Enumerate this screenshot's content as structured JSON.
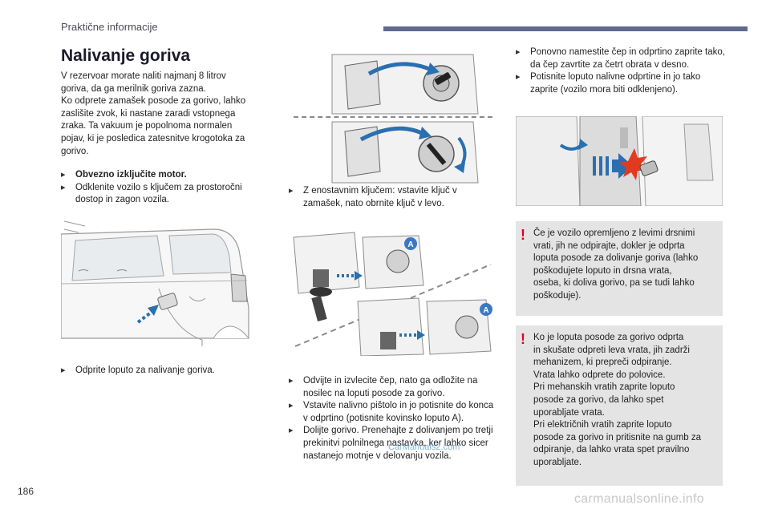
{
  "header": {
    "section": "Praktične informacije"
  },
  "title": "Nalivanje goriva",
  "intro": [
    "V rezervoar morate naliti najmanj 8 litrov",
    "goriva, da ga merilnik goriva zazna.",
    "Ko odprete zamašek posode za gorivo, lahko",
    "zaslišite zvok, ki nastane zaradi vstopnega",
    "zraka. Ta vakuum je popolnoma normalen",
    "pojav, ki je posledica zatesnitve krogotoka za",
    "gorivo."
  ],
  "steps_left": [
    {
      "bold": "Obvezno izključite motor.",
      "text": ""
    },
    {
      "bold": "",
      "text": "Odklenite vozilo s ključem za prostoročni dostop in zagon vozila."
    }
  ],
  "step_open_flap": "Odprite loputo za nalivanje goriva.",
  "step_key": "Z enostavnim ključem: vstavite ključ v zamašek, nato obrnite ključ v levo.",
  "steps_middle": [
    "Odvijte in izvlecite čep, nato ga odložite na nosilec na loputi posode za gorivo.",
    "Vstavite nalivno pištolo in jo potisnite do konca v odprtino (potisnite kovinsko loputo A).",
    "Dolijte gorivo. Prenehajte z dolivanjem po tretji prekinitvi polnilnega nastavka, ker lahko sicer nastanejo motnje v delovanju vozila."
  ],
  "steps_right": [
    "Ponovno namestite čep in odprtino zaprite tako, da čep zavrtite za četrt obrata v desno.",
    "Potisnite loputo nalivne odprtine in jo tako zaprite (vozilo mora biti odklenjeno)."
  ],
  "marker_label": "A",
  "warning_1": [
    "Če je vozilo opremljeno z levimi drsnimi",
    "vrati, jih ne odpirajte, dokler je odprta",
    "loputa posode za dolivanje goriva (lahko",
    "poškodujete loputo in drsna vrata,",
    "oseba, ki doliva gorivo, pa se tudi lahko",
    "poškoduje)."
  ],
  "warning_2": [
    "Ko je loputa posode za gorivo odprta",
    "in skušate odpreti leva vrata, jih zadrži",
    "mehanizem, ki prepreči odpiranje.",
    "Vrata lahko odprete do polovice.",
    "Pri mehanskih vratih zaprite loputo",
    "posode za gorivo, da lahko spet",
    "uporabljate vrata.",
    "Pri električnih vratih zaprite loputo",
    "posode za gorivo in pritisnite na gumb za",
    "odpiranje, da lahko vrata spet pravilno",
    "uporabljate."
  ],
  "page_number": "186",
  "watermark": "carmanualsonline.info",
  "overlay_mark": "CarManuals2.com",
  "colors": {
    "header_bar": "#5e6a8c",
    "warning_bang": "#e0001b",
    "warning_bg": "#e4e4e4",
    "arrow_blue": "#2a6fb0",
    "marker_blue": "#3a78c2"
  }
}
